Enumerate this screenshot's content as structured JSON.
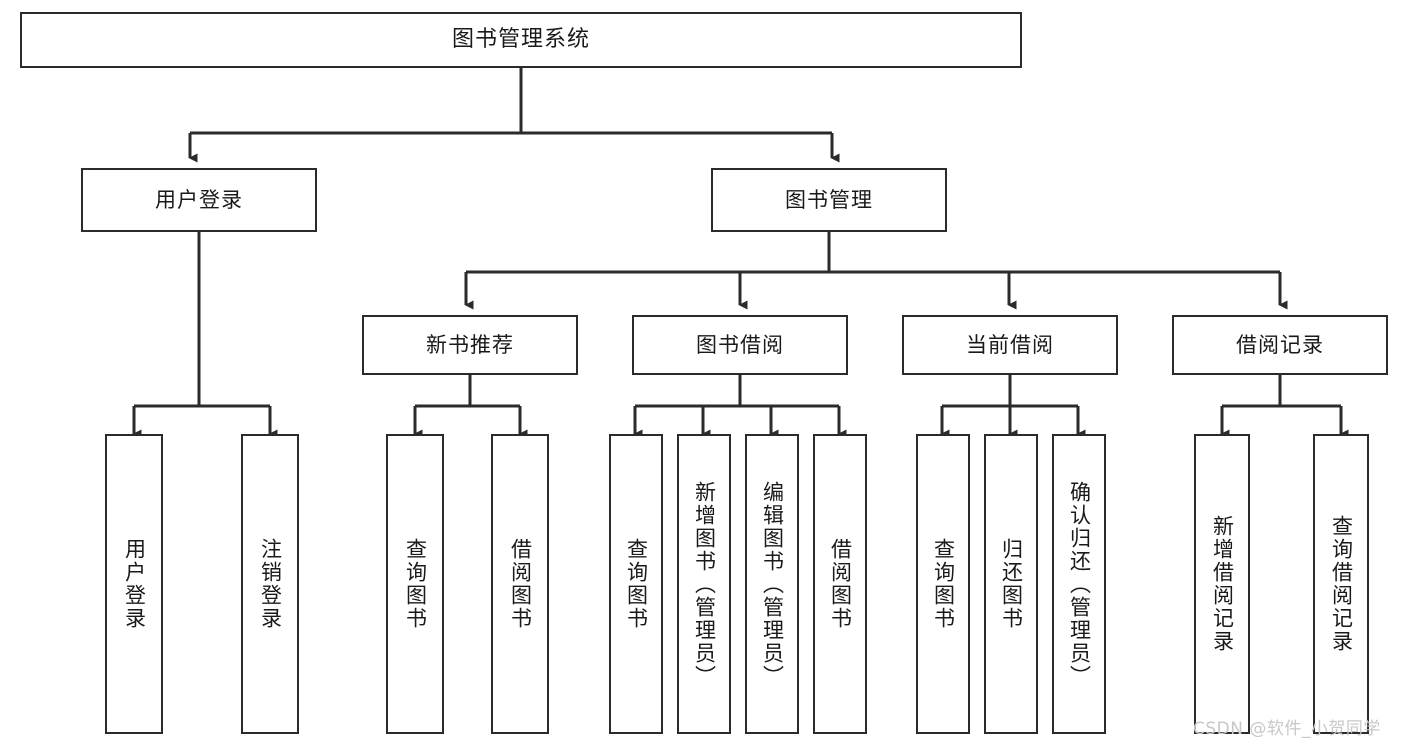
{
  "diagram": {
    "title": "图书管理系统",
    "type": "tree-hierarchy",
    "root": {
      "id": "root",
      "label": "图书管理系统"
    },
    "level2": [
      {
        "id": "user-login",
        "label": "用户登录"
      },
      {
        "id": "book-management",
        "label": "图书管理"
      }
    ],
    "level3": [
      {
        "id": "new-book-recommend",
        "label": "新书推荐",
        "parent": "book-management"
      },
      {
        "id": "book-borrow",
        "label": "图书借阅",
        "parent": "book-management"
      },
      {
        "id": "current-borrow",
        "label": "当前借阅",
        "parent": "book-management"
      },
      {
        "id": "borrow-record",
        "label": "借阅记录",
        "parent": "book-management"
      }
    ],
    "leaves": {
      "user_login": [
        {
          "id": "leaf-user-login",
          "label": "用户登录"
        },
        {
          "id": "leaf-logout",
          "label": "注销登录"
        }
      ],
      "new_book_recommend": [
        {
          "id": "leaf-query-book-1",
          "label": "查询图书"
        },
        {
          "id": "leaf-borrow-book-1",
          "label": "借阅图书"
        }
      ],
      "book_borrow": [
        {
          "id": "leaf-query-book-2",
          "label": "查询图书"
        },
        {
          "id": "leaf-add-book",
          "label": "新增图书（管理员）"
        },
        {
          "id": "leaf-edit-book",
          "label": "编辑图书（管理员）"
        },
        {
          "id": "leaf-borrow-book-2",
          "label": "借阅图书"
        }
      ],
      "current_borrow": [
        {
          "id": "leaf-query-book-3",
          "label": "查询图书"
        },
        {
          "id": "leaf-return-book",
          "label": "归还图书"
        },
        {
          "id": "leaf-confirm-return",
          "label": "确认归还（管理员）"
        }
      ],
      "borrow_record": [
        {
          "id": "leaf-add-record",
          "label": "新增借阅记录"
        },
        {
          "id": "leaf-query-record",
          "label": "查询借阅记录"
        }
      ]
    },
    "watermark": "CSDN @软件_小贺同学",
    "colors": {
      "stroke": "#2b2b2b",
      "fill": "#ffffff",
      "text": "#1a1a1a",
      "watermark": "#c8c8c8"
    }
  }
}
